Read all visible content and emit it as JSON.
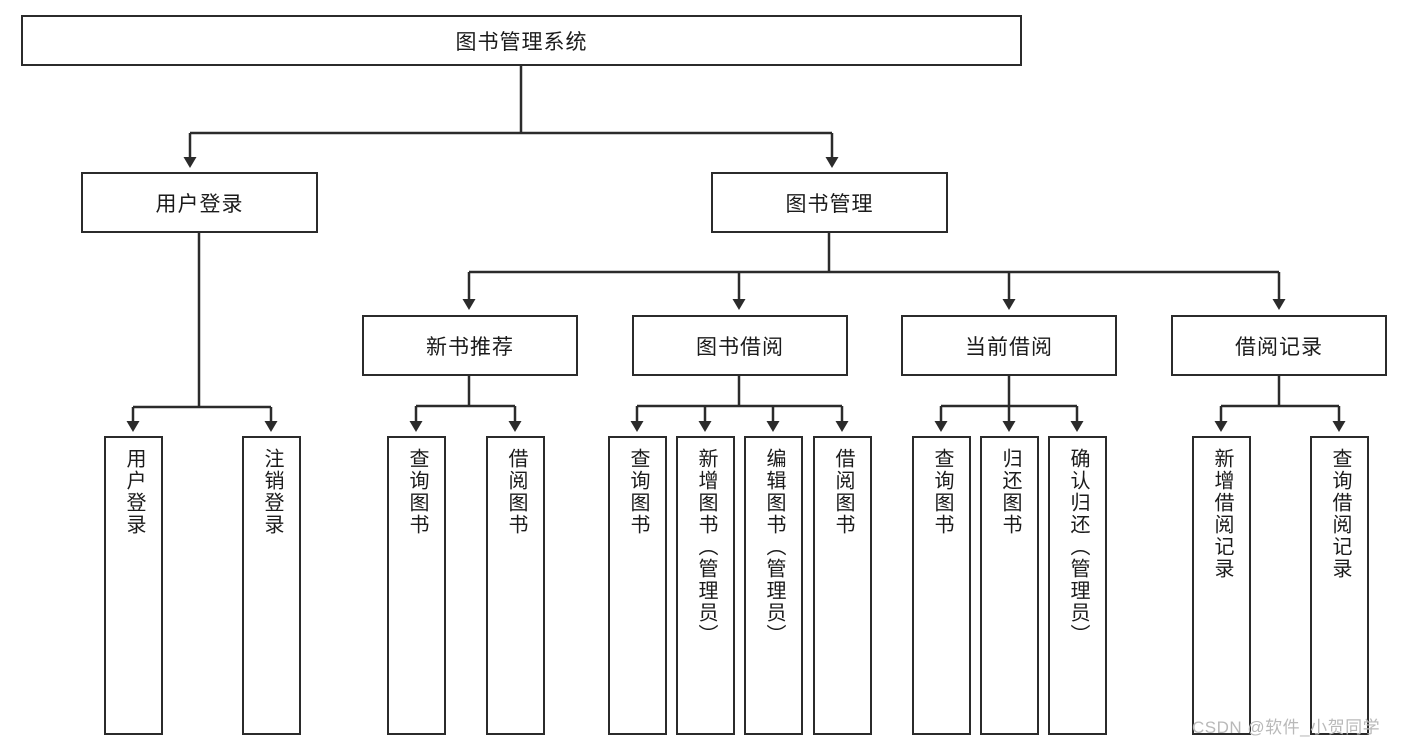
{
  "diagram": {
    "title": "图书管理系统",
    "type": "tree-hierarchy",
    "root": {
      "label": "图书管理系统"
    },
    "level2": [
      {
        "label": "用户登录"
      },
      {
        "label": "图书管理"
      }
    ],
    "level3": [
      {
        "label": "新书推荐"
      },
      {
        "label": "图书借阅"
      },
      {
        "label": "当前借阅"
      },
      {
        "label": "借阅记录"
      }
    ],
    "leaves": {
      "user_login": [
        {
          "label": "用户登录"
        },
        {
          "label": "注销登录"
        }
      ],
      "new_book_recommend": [
        {
          "label": "查询图书"
        },
        {
          "label": "借阅图书"
        }
      ],
      "book_borrow": [
        {
          "label": "查询图书"
        },
        {
          "label": "新增图书（管理员）"
        },
        {
          "label": "编辑图书（管理员）"
        },
        {
          "label": "借阅图书"
        }
      ],
      "current_borrow": [
        {
          "label": "查询图书"
        },
        {
          "label": "归还图书"
        },
        {
          "label": "确认归还（管理员）"
        }
      ],
      "borrow_record": [
        {
          "label": "新增借阅记录"
        },
        {
          "label": "查询借阅记录"
        }
      ]
    }
  },
  "watermark": {
    "text": "CSDN @软件_小贺同学"
  },
  "colors": {
    "box_border": "#2b2b2b",
    "box_fill": "#ffffff",
    "connector": "#2b2b2b",
    "text": "#1b1b1b",
    "watermark": "#b9b9b9",
    "background": "#ffffff"
  }
}
